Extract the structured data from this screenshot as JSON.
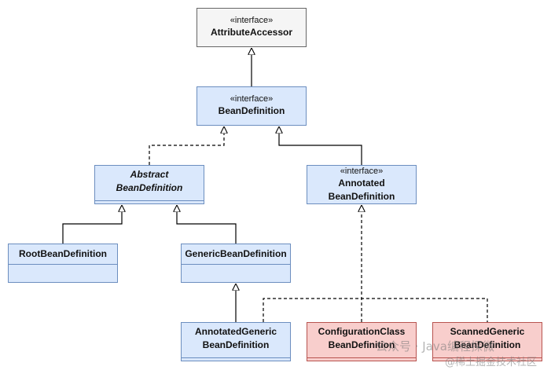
{
  "stereotype": "«interface»",
  "nodes": {
    "attribute_accessor": {
      "stereotype": "«interface»",
      "name": "AttributeAccessor"
    },
    "bean_definition": {
      "stereotype": "«interface»",
      "name": "BeanDefinition"
    },
    "abstract_bean_definition": {
      "line1": "Abstract",
      "line2": "BeanDefinition"
    },
    "annotated_bean_definition": {
      "stereotype": "«interface»",
      "line1": "Annotated",
      "line2": "BeanDefinition"
    },
    "root_bean_definition": {
      "name": "RootBeanDefinition"
    },
    "generic_bean_definition": {
      "name": "GenericBeanDefinition"
    },
    "annotated_generic_bean_definition": {
      "line1": "AnnotatedGeneric",
      "line2": "BeanDefinition"
    },
    "configuration_class_bean_definition": {
      "line1": "ConfigurationClass",
      "line2": "BeanDefinition"
    },
    "scanned_generic_bean_definition": {
      "line1": "ScannedGeneric",
      "line2": "BeanDefinition"
    }
  },
  "colors": {
    "interface_fill": "#f5f5f5",
    "class_fill": "#dae8fc",
    "class_border": "#6c8ebf",
    "highlight_fill": "#f8cecc",
    "highlight_border": "#b85450"
  },
  "watermark": {
    "line1": "公众号 · Java编程探微",
    "line2": "@稀土掘金技术社区"
  }
}
